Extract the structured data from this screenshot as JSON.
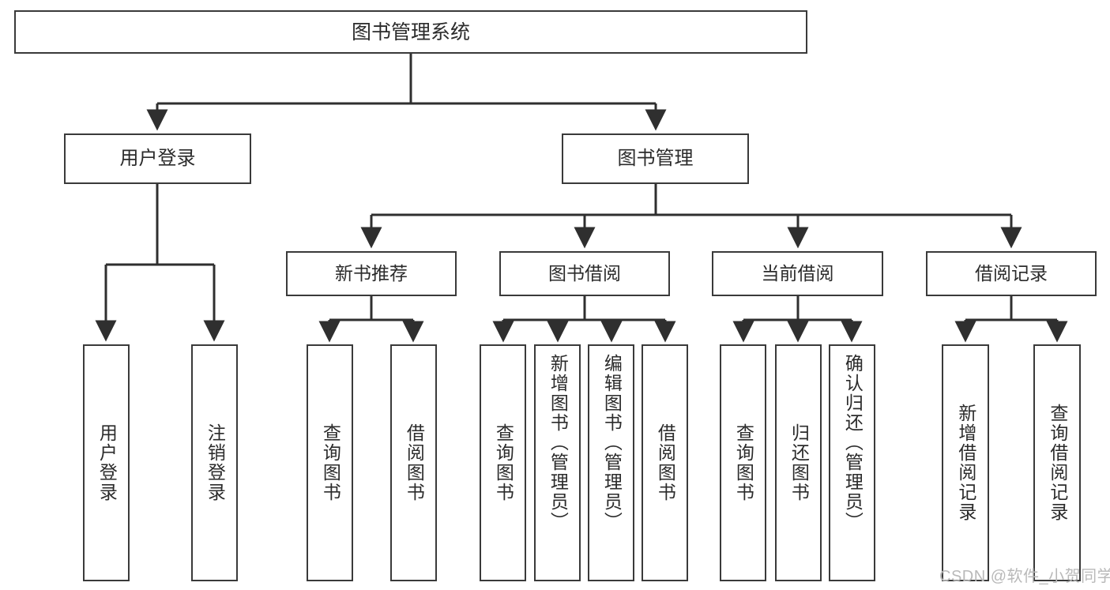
{
  "diagram": {
    "title": "图书管理系统",
    "type": "tree",
    "watermark": "CSDN @软件_小贺同学",
    "colors": {
      "box_border": "#3a3a3a",
      "box_fill": "#ffffff",
      "line": "#2f2f2f",
      "text": "#2b2b2b",
      "watermark": "#b9b9b9",
      "background": "#ffffff"
    },
    "root": {
      "label": "图书管理系统"
    },
    "level2": [
      {
        "id": "user-login",
        "label": "用户登录"
      },
      {
        "id": "book-manage",
        "label": "图书管理"
      }
    ],
    "level3": [
      {
        "id": "new-book-rec",
        "label": "新书推荐"
      },
      {
        "id": "book-borrow",
        "label": "图书借阅"
      },
      {
        "id": "current-borrow",
        "label": "当前借阅"
      },
      {
        "id": "borrow-record",
        "label": "借阅记录"
      }
    ],
    "leaves": {
      "user_login": [
        {
          "id": "leaf-user-login",
          "label": "用户登录"
        },
        {
          "id": "leaf-logout",
          "label": "注销登录"
        }
      ],
      "new_book_rec": [
        {
          "id": "leaf-query-book-1",
          "label": "查询图书"
        },
        {
          "id": "leaf-borrow-book-1",
          "label": "借阅图书"
        }
      ],
      "book_borrow": [
        {
          "id": "leaf-query-book-2",
          "label": "查询图书"
        },
        {
          "id": "leaf-add-book",
          "label": "新增图书（管理员）"
        },
        {
          "id": "leaf-edit-book",
          "label": "编辑图书（管理员）"
        },
        {
          "id": "leaf-borrow-book-2",
          "label": "借阅图书"
        }
      ],
      "current_borrow": [
        {
          "id": "leaf-query-book-3",
          "label": "查询图书"
        },
        {
          "id": "leaf-return-book",
          "label": "归还图书"
        },
        {
          "id": "leaf-confirm-return",
          "label": "确认归还（管理员）"
        }
      ],
      "borrow_record": [
        {
          "id": "leaf-add-record",
          "label": "新增借阅记录"
        },
        {
          "id": "leaf-query-record",
          "label": "查询借阅记录"
        }
      ]
    }
  }
}
